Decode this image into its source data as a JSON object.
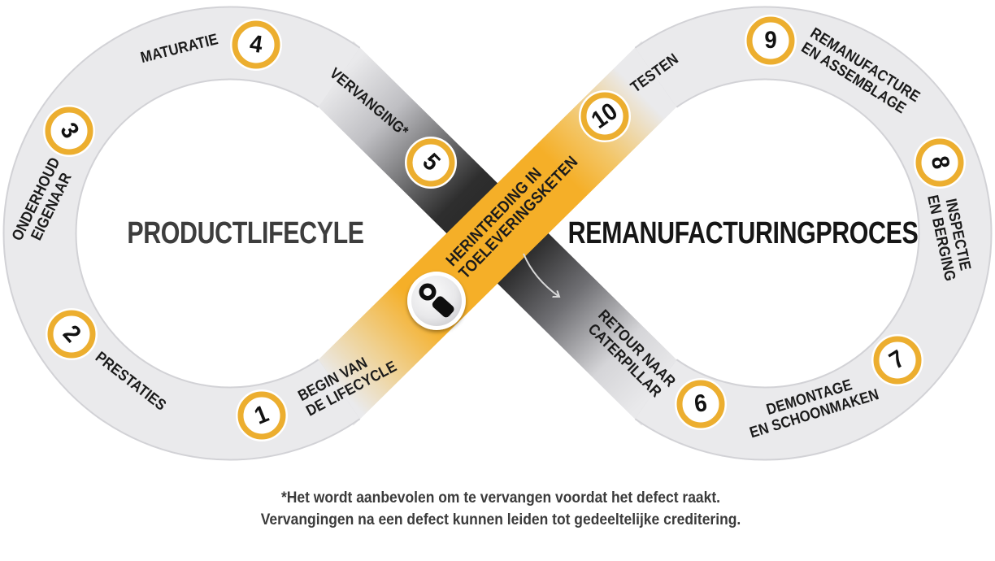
{
  "diagram": {
    "titles": {
      "left": "PRODUCTLIFECYLE",
      "right": "REMANUFACTURINGPROCES"
    },
    "center_band": {
      "line1": "HERINTREDING IN",
      "line2": "TOELEVERINGSKETEN"
    },
    "steps": [
      {
        "number": "1",
        "line1": "BEGIN VAN",
        "line2": "DE LIFECYCLE"
      },
      {
        "number": "2",
        "line1": "PRESTATIES",
        "line2": ""
      },
      {
        "number": "3",
        "line1": "ONDERHOUD",
        "line2": "EIGENAAR"
      },
      {
        "number": "4",
        "line1": "MATURATIE",
        "line2": ""
      },
      {
        "number": "5",
        "line1": "VERVANGING*",
        "line2": ""
      },
      {
        "number": "6",
        "line1": "RETOUR NAAR",
        "line2": "CATERPILLAR"
      },
      {
        "number": "7",
        "line1": "DEMONTAGE",
        "line2": "EN SCHOONMAKEN"
      },
      {
        "number": "8",
        "line1": "INSPECTIE",
        "line2": "EN BERGING"
      },
      {
        "number": "9",
        "line1": "REMANUFACTURE",
        "line2": "EN ASSEMBLAGE"
      },
      {
        "number": "10",
        "line1": "TESTEN",
        "line2": ""
      }
    ],
    "footnote": {
      "line1": "*Het wordt aanbevolen om te vervangen voordat het defect raakt.",
      "line2": "Vervangingen na een defect kunnen leiden tot gedeeltelijke creditering."
    },
    "icons": {
      "center": "connecting-rod-icon",
      "flow": "arrow-down-right-icon"
    },
    "colors": {
      "accent_yellow": "#F5AF28",
      "ring_gold": "#ECAE2F",
      "loop_gray": "#EAEAEC",
      "band_dark": "#232323",
      "title_left": "#3D3D3D",
      "title_right": "#161616",
      "text": "#1B1B1B"
    }
  }
}
